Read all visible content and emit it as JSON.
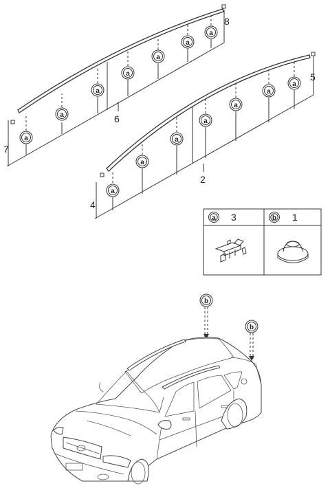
{
  "callouts": {
    "a": "a",
    "b": "b"
  },
  "part_numbers": {
    "p1": "1",
    "p2": "2",
    "p3": "3",
    "p4": "4",
    "p5": "5",
    "p6": "6",
    "p7": "7",
    "p8": "8"
  },
  "legend": {
    "cell_a": {
      "callout": "a",
      "part": "3"
    },
    "cell_b": {
      "callout": "b",
      "part": "1"
    }
  }
}
